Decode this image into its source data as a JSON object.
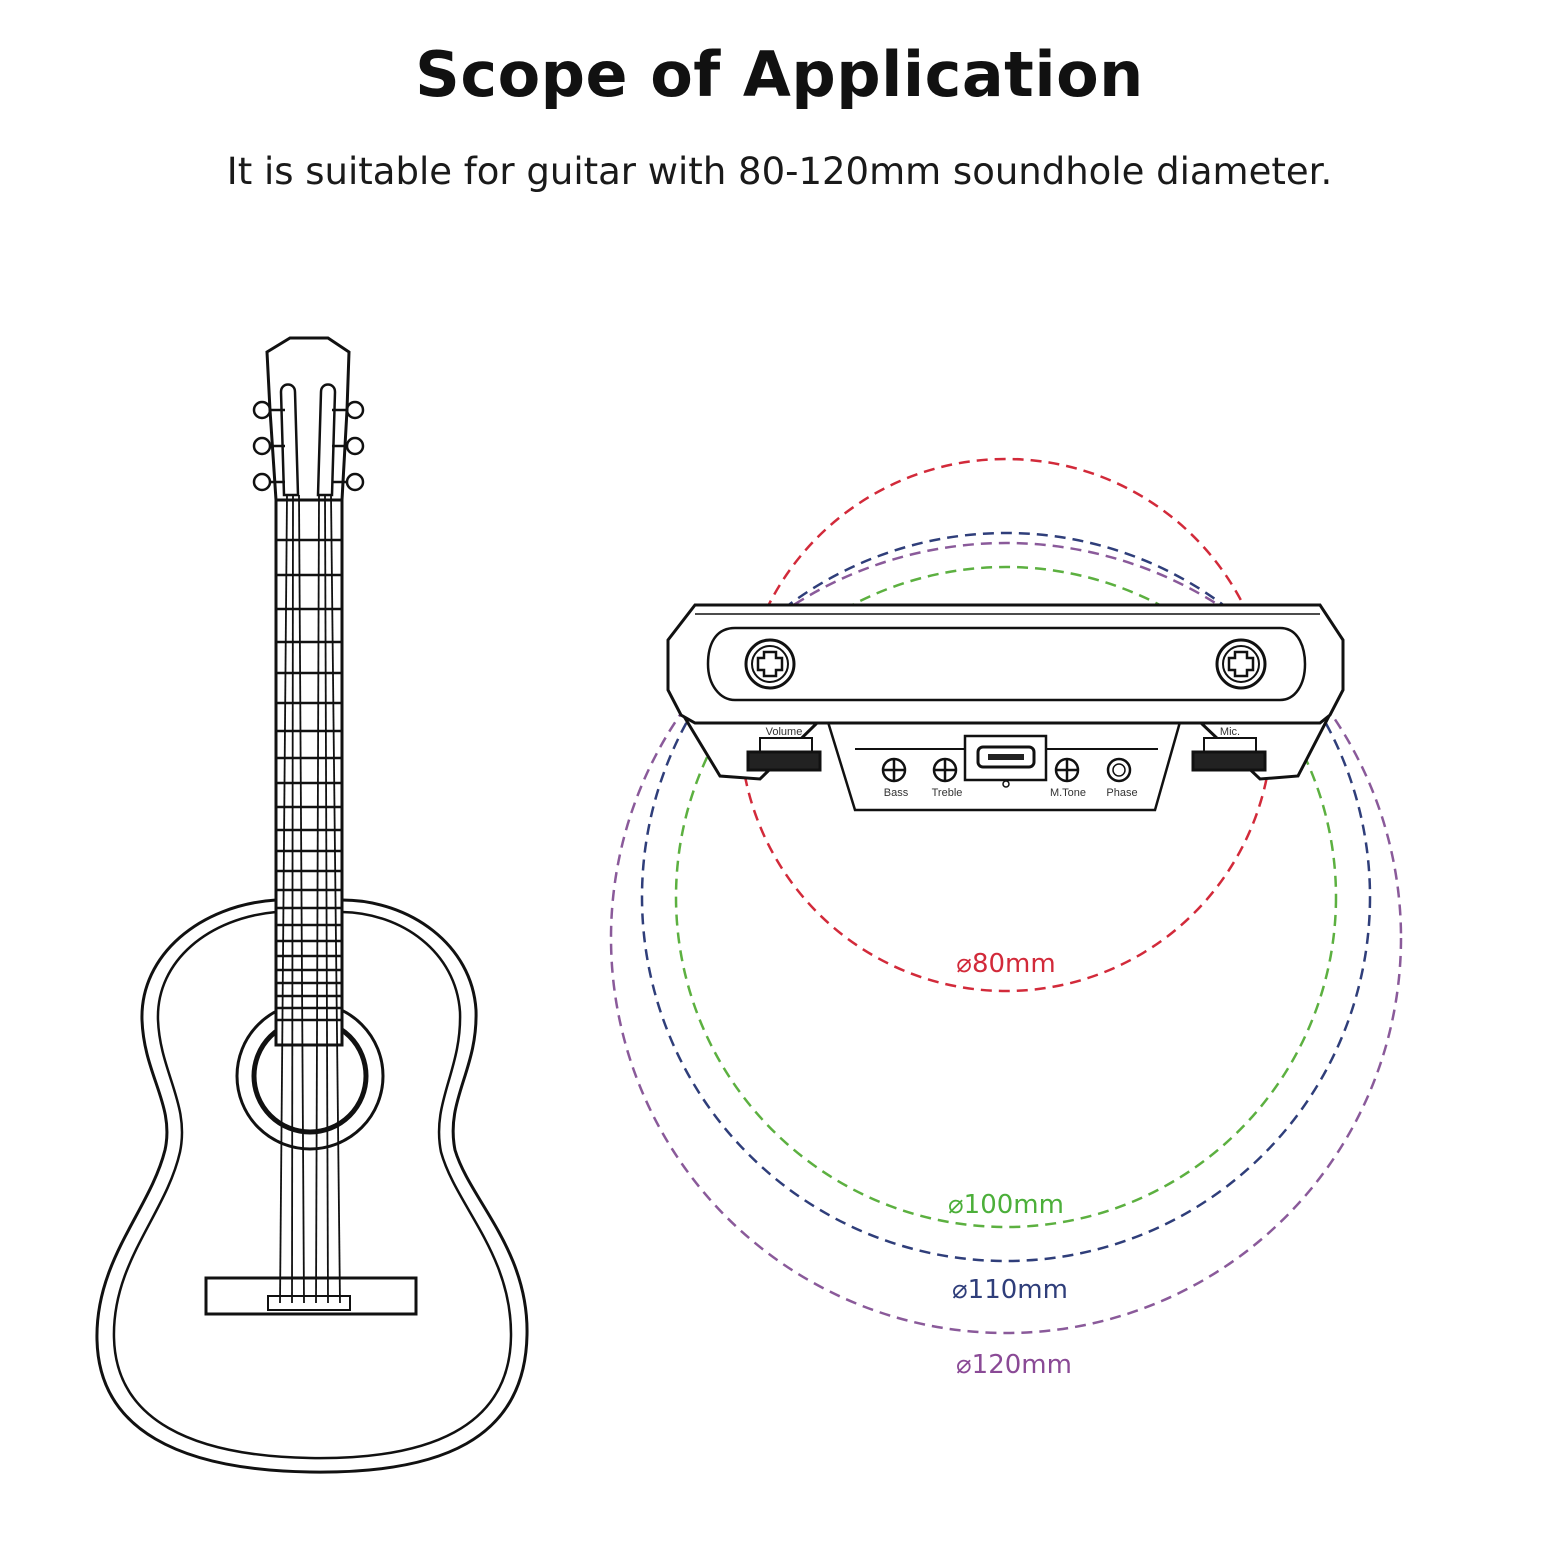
{
  "header": {
    "title": "Scope of Application",
    "subtitle": "It is suitable for guitar with 80-120mm soundhole diameter."
  },
  "pickup": {
    "controls": {
      "volume": "Volume",
      "mic": "Mic.",
      "bass": "Bass",
      "treble": "Treble",
      "mtone": "M.Tone",
      "phase": "Phase"
    }
  },
  "diameters": [
    {
      "label": "⌀80mm",
      "color": "#d22a3a"
    },
    {
      "label": "⌀100mm",
      "color": "#4caf3a"
    },
    {
      "label": "⌀110mm",
      "color": "#2f3e7a"
    },
    {
      "label": "⌀120mm",
      "color": "#8a4a96"
    }
  ],
  "icons": [
    "guitar-illustration",
    "pickup-device",
    "screw-icon",
    "usb-port-icon",
    "knob-icon"
  ]
}
